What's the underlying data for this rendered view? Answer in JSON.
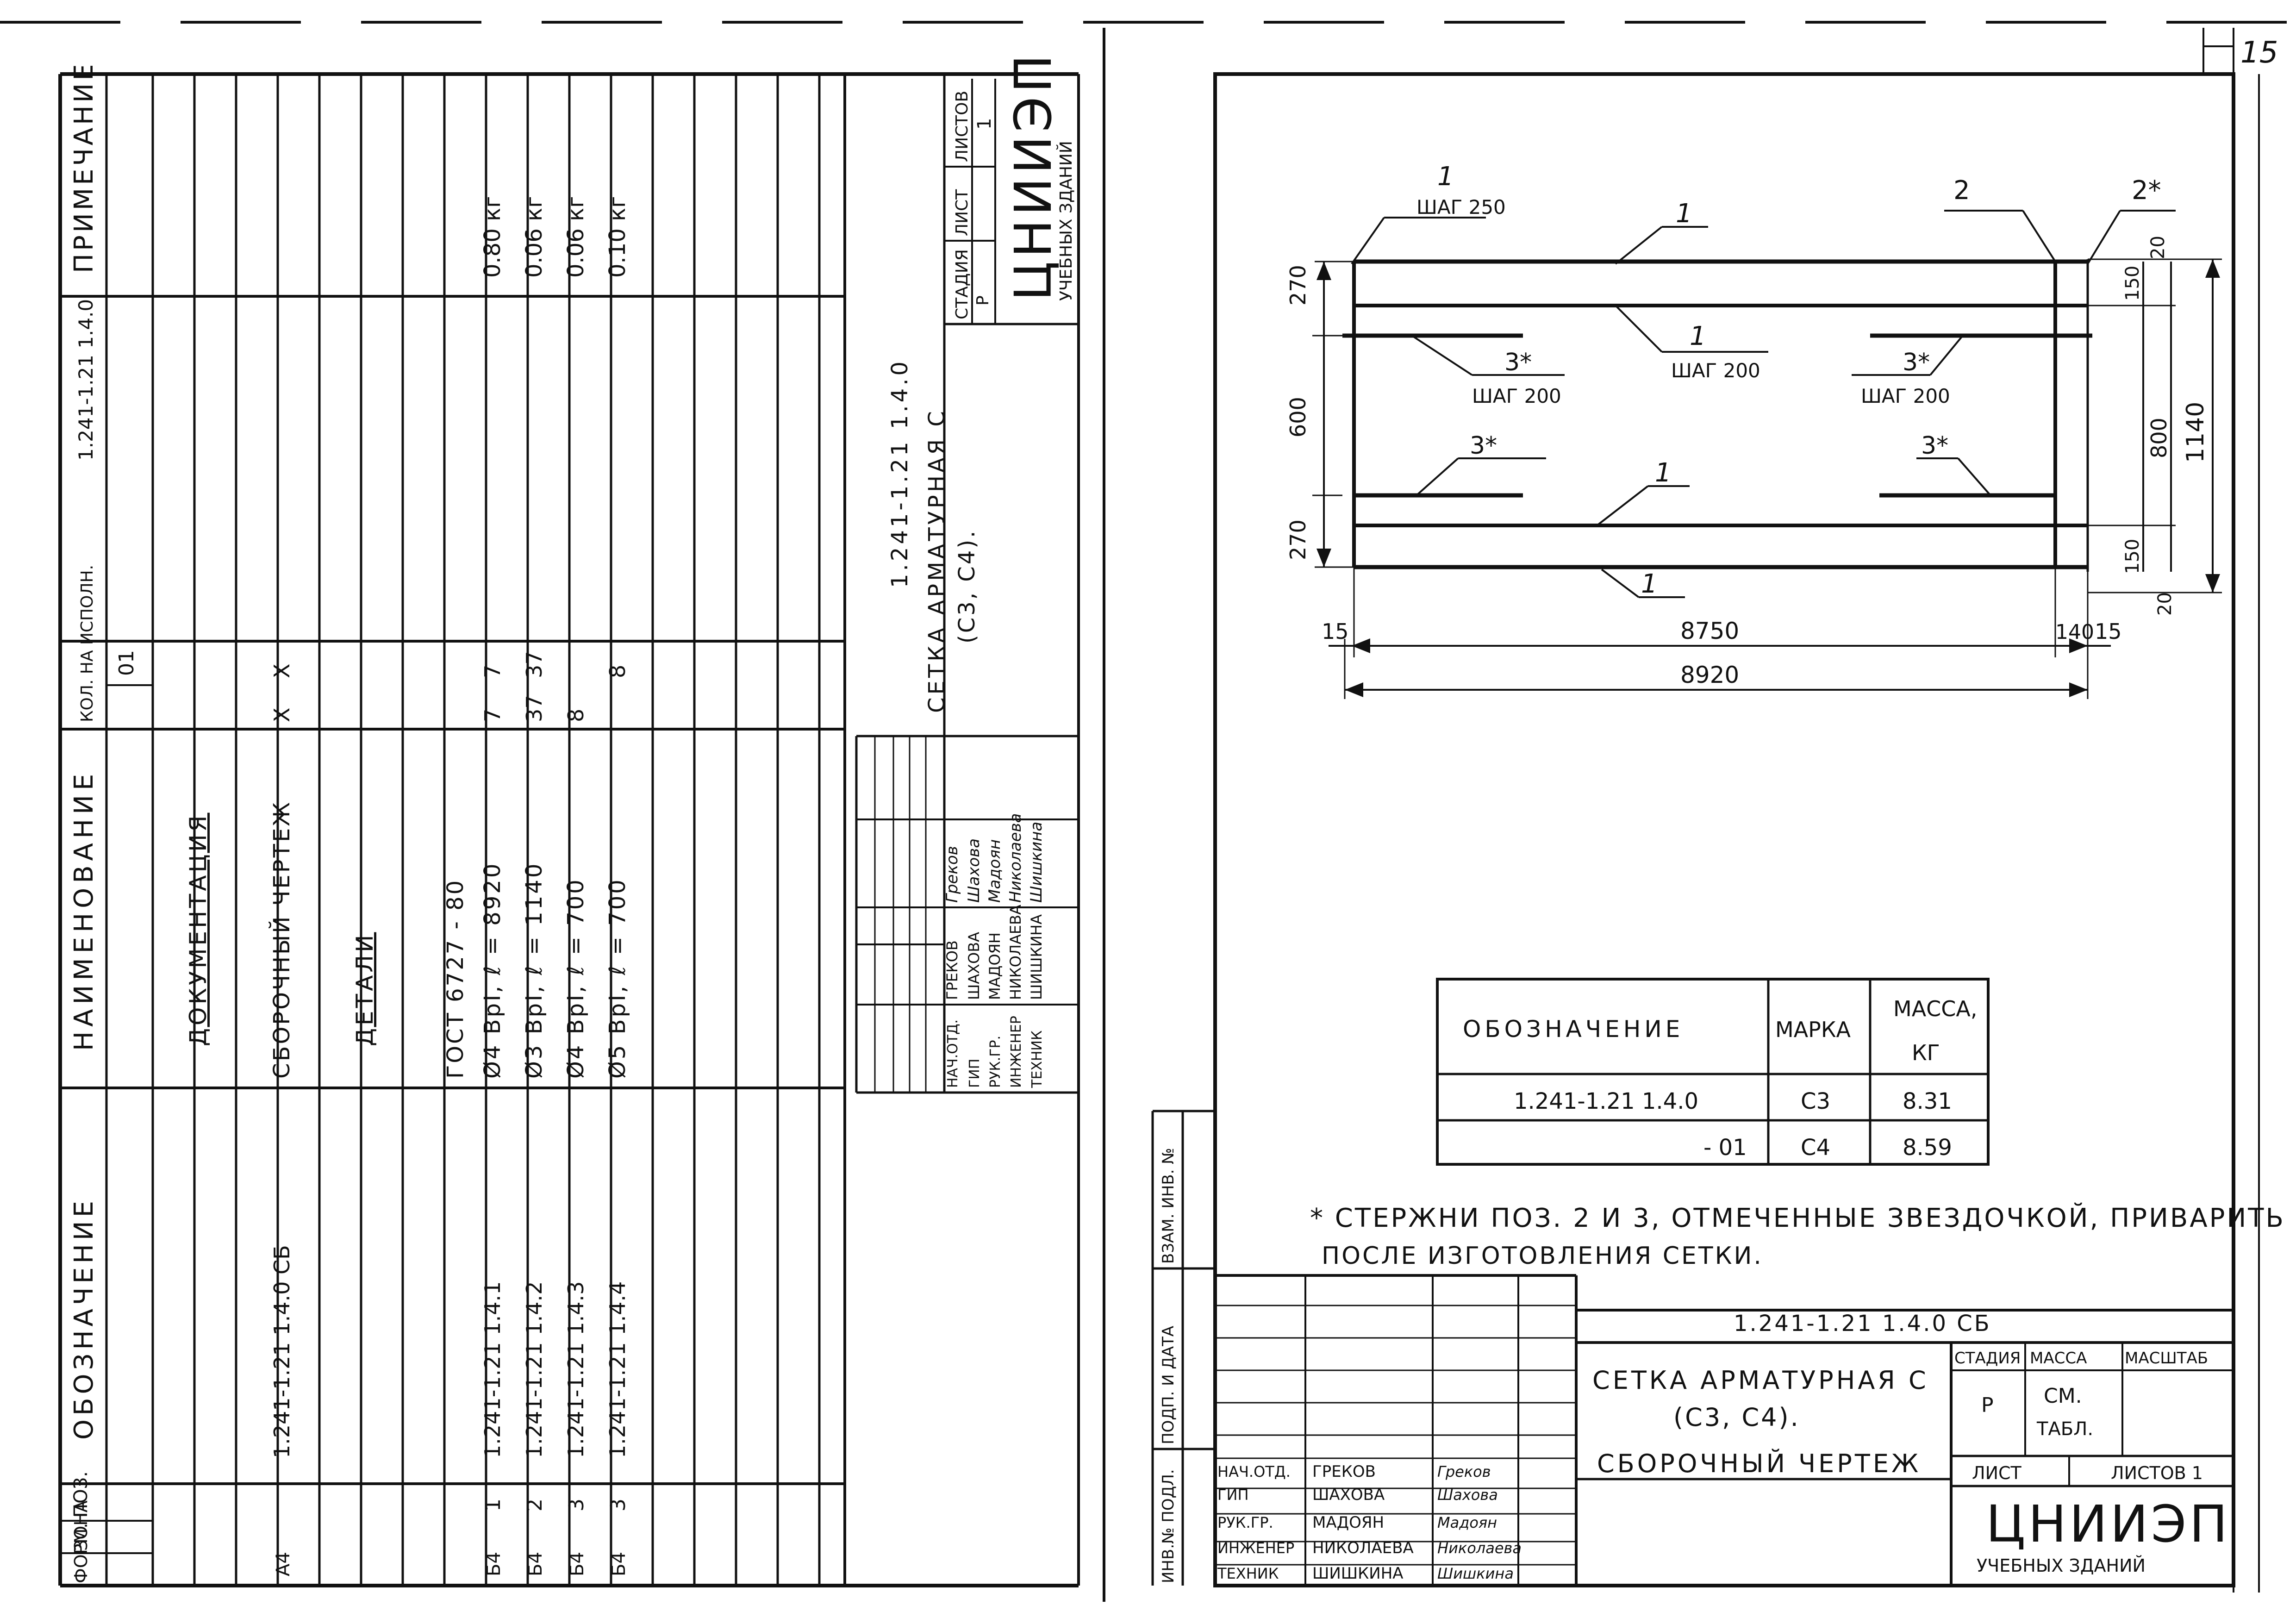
{
  "page_number": "15",
  "spec": {
    "headers": {
      "format": "ФОРМ.",
      "zone": "ЗОНА",
      "pos": "ПОЗ.",
      "designation": "ОБОЗНАЧЕНИЕ",
      "name": "НАИМЕНОВАНИЕ",
      "qty": "КОЛ. НА ИСПОЛН.",
      "qty_variant": "01",
      "document_code": "1.241-1.21 1.4.0",
      "note": "ПРИМЕЧАНИЕ"
    },
    "rows": [
      {
        "format": "",
        "pos": "",
        "designation": "",
        "name": "ДОКУМЕНТАЦИЯ",
        "q0": "",
        "q1": "",
        "note": ""
      },
      {
        "format": "А4",
        "pos": "",
        "designation": "1.241-1.21 1.4.0 СБ",
        "name": "СБОРОЧНЫЙ ЧЕРТЕЖ",
        "q0": "Х",
        "q1": "Х",
        "note": ""
      },
      {
        "format": "",
        "pos": "",
        "designation": "",
        "name": "ДЕТАЛИ",
        "q0": "",
        "q1": "",
        "note": ""
      },
      {
        "format": "",
        "pos": "",
        "designation": "",
        "name": "ГОСТ 6727 - 80",
        "q0": "",
        "q1": "",
        "note": ""
      },
      {
        "format": "Б4",
        "pos": "1",
        "designation": "1.241-1.21 1.4.1",
        "name": "Ø4 ВрI, ℓ = 8920",
        "q0": "7",
        "q1": "7",
        "note": "0.80 кг"
      },
      {
        "format": "Б4",
        "pos": "2",
        "designation": "1.241-1.21 1.4.2",
        "name": "Ø3 ВрI, ℓ = 1140",
        "q0": "37",
        "q1": "37",
        "note": "0.06 кг"
      },
      {
        "format": "Б4",
        "pos": "3",
        "designation": "1.241-1.21 1.4.3",
        "name": "Ø4 ВрI, ℓ = 700",
        "q0": "8",
        "q1": "",
        "note": "0.06 кг"
      },
      {
        "format": "Б4",
        "pos": "3",
        "designation": "1.241-1.21 1.4.4",
        "name": "Ø5 ВрI, ℓ = 700",
        "q0": "",
        "q1": "8",
        "note": "0.10 кг"
      }
    ],
    "title_block": {
      "code": "1.241-1.21 1.4.0",
      "title_line1": "СЕТКА АРМАТУРНАЯ С",
      "title_line2": "(С3, С4).",
      "stage_label": "СТАДИЯ",
      "sheet_label": "ЛИСТ",
      "sheets_label": "ЛИСТОВ",
      "stage": "Р",
      "sheets": "1",
      "org_line1": "ЦНИИЭП",
      "org_line2": "УЧЕБНЫХ ЗДАНИЙ",
      "staff": [
        {
          "role": "НАЧ.ОТД.",
          "name": "ГРЕКОВ",
          "sign": "Греков"
        },
        {
          "role": "ГИП",
          "name": "ШАХОВА",
          "sign": "Шахова"
        },
        {
          "role": "РУК.ГР.",
          "name": "МАДОЯН",
          "sign": "Мадоян"
        },
        {
          "role": "ИНЖЕНЕР",
          "name": "НИКОЛАЕВА",
          "sign": "Николаева"
        },
        {
          "role": "ТЕХНИК",
          "name": "ШИШКИНА",
          "sign": "Шишкина"
        }
      ]
    }
  },
  "drawing": {
    "labels": {
      "pos1_top": "1",
      "step250": "ШАГ 250",
      "pos1_a": "1",
      "pos2": "2",
      "pos2_star": "2*",
      "pos3_a": "3*",
      "step200_a": "ШАГ 200",
      "pos1_b": "1",
      "step200_b": "ШАГ 200",
      "pos3_b": "3*",
      "step200_c": "ШАГ 200",
      "pos3_c": "3*",
      "pos3_d": "3*",
      "pos1_c": "1",
      "pos1_d": "1"
    },
    "dimensions": {
      "d270_top": "270",
      "d600": "600",
      "d270_bottom": "270",
      "d20_top": "20",
      "d150_top": "150",
      "d800": "800",
      "d1140": "1140",
      "d150_bottom": "150",
      "d20_bottom": "20",
      "d15_left": "15",
      "d8750": "8750",
      "d140": "140",
      "d15_right": "15",
      "d8920": "8920"
    },
    "table": {
      "headers": [
        "ОБОЗНАЧЕНИЕ",
        "МАРКА",
        "МАССА, КГ"
      ],
      "rows": [
        [
          "1.241-1.21 1.4.0",
          "С3",
          "8.31"
        ],
        [
          "- 01",
          "С4",
          "8.59"
        ]
      ]
    },
    "note_line1": "* СТЕРЖНИ ПОЗ. 2 И 3, ОТМЕЧЕННЫЕ ЗВЕЗДОЧКОЙ, ПРИВАРИТЬ",
    "note_line2": "ПОСЛЕ ИЗГОТОВЛЕНИЯ СЕТКИ.",
    "side_stamp": [
      "ИНВ.№ ПОДЛ.",
      "ПОДП. И ДАТА",
      "ВЗАМ. ИНВ. №"
    ],
    "title_block": {
      "code": "1.241-1.21 1.4.0 СБ",
      "title_line1": "СЕТКА АРМАТУРНАЯ С",
      "title_line2": "(С3, С4).",
      "title_line3": "СБОРОЧНЫЙ ЧЕРТЕЖ",
      "stage_label": "СТАДИЯ",
      "mass_label": "МАССА",
      "scale_label": "МАСШТАБ",
      "stage": "Р",
      "mass_line1": "СМ.",
      "mass_line2": "ТАБЛ.",
      "sheet_label": "ЛИСТ",
      "sheets_label": "ЛИСТОВ 1",
      "org_line1": "ЦНИИЭП",
      "org_line2": "УЧЕБНЫХ ЗДАНИЙ",
      "staff": [
        {
          "role": "НАЧ.ОТД.",
          "name": "ГРЕКОВ",
          "sign": "Греков"
        },
        {
          "role": "ГИП",
          "name": "ШАХОВА",
          "sign": "Шахова"
        },
        {
          "role": "РУК.ГР.",
          "name": "МАДОЯН",
          "sign": "Мадоян"
        },
        {
          "role": "ИНЖЕНЕР",
          "name": "НИКОЛАЕВА",
          "sign": "Николаева"
        },
        {
          "role": "ТЕХНИК",
          "name": "ШИШКИНА",
          "sign": "Шишкина"
        }
      ]
    }
  }
}
